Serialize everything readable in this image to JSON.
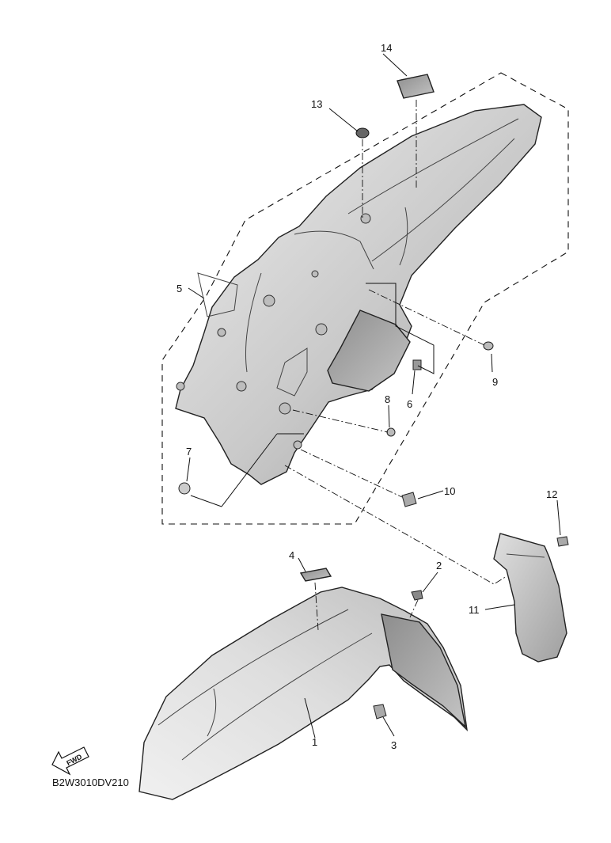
{
  "diagram": {
    "code": "B2W3010DV210",
    "fwd_label": "FWD",
    "callouts": {
      "c1": "1",
      "c2": "2",
      "c3": "3",
      "c4": "4",
      "c5": "5",
      "c6": "6",
      "c7": "7",
      "c8": "8",
      "c9": "9",
      "c10": "10",
      "c11": "11",
      "c12": "12",
      "c13": "13",
      "c14": "14"
    },
    "colors": {
      "ink": "#111111",
      "part_fill": "#d9d9d9",
      "part_shade": "#a6a6a6"
    }
  }
}
